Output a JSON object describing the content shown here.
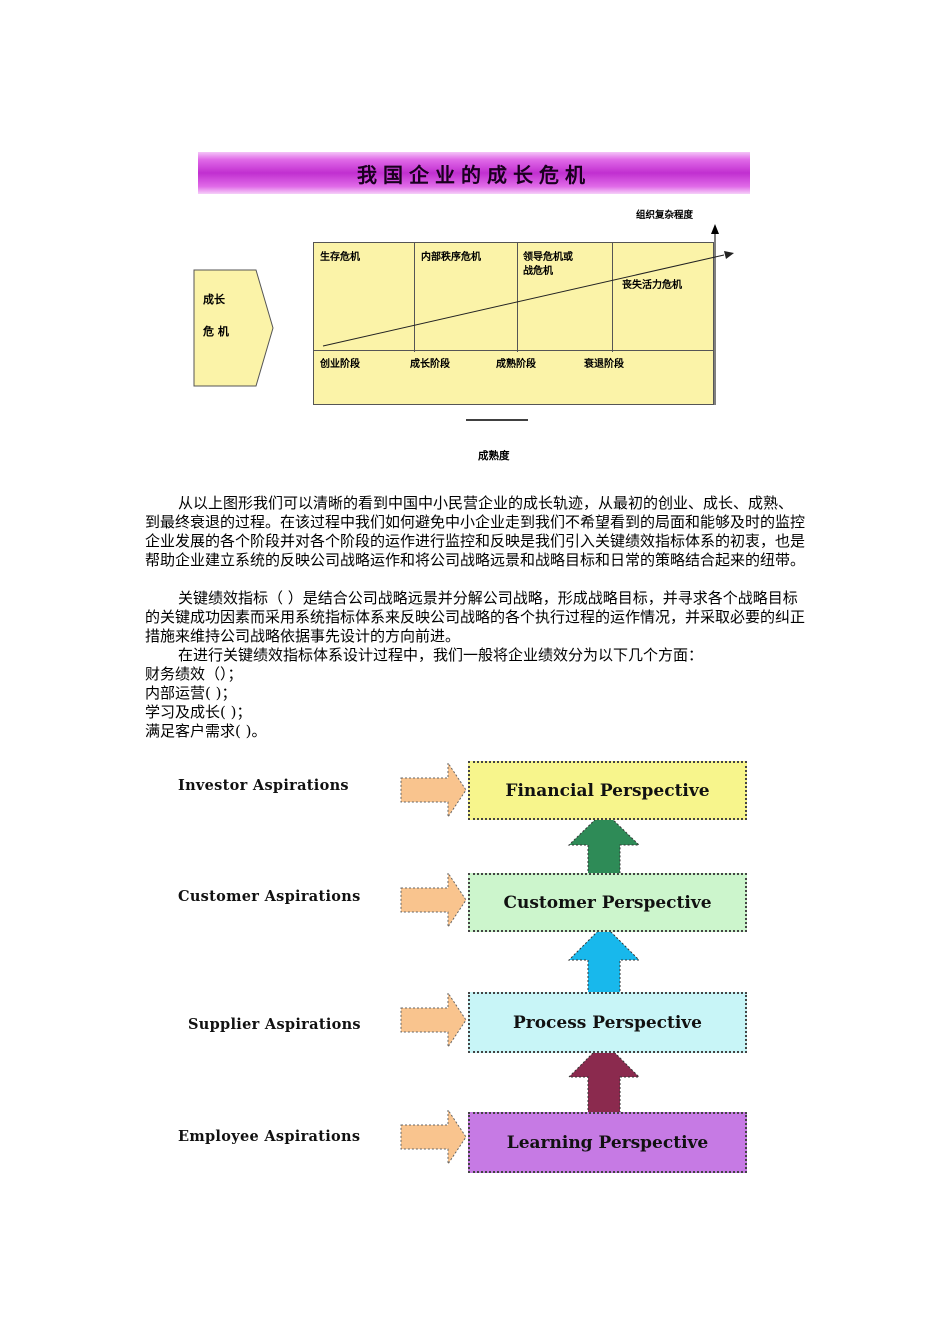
{
  "growth_diagram": {
    "title": "我国企业的成长危机",
    "y_axis_label": "组织复杂程度",
    "x_axis_label": "成熟度",
    "side_label_line1": "成长",
    "side_label_line2": "危  机",
    "crises": [
      "生存危机",
      "内部秩序危机",
      "领导危机或",
      "战危机",
      "丧失活力危机"
    ],
    "stages": [
      "创业阶段",
      "成长阶段",
      "成熟阶段",
      "衰退阶段"
    ]
  },
  "body_text": {
    "para1": "从以上图形我们可以清晰的看到中国中小民营企业的成长轨迹，从最初的创业、成长、成熟、到最终衰退的过程。在该过程中我们如何避免中小企业走到我们不希望看到的局面和能够及时的监控企业发展的各个阶段并对各个阶段的运作进行监控和反映是我们引入关键绩效指标体系的初衷，也是帮助企业建立系统的反映公司战略运作和将公司战略远景和战略目标和日常的策略结合起来的纽带。",
    "para2": "关键绩效指标（    ）是结合公司战略远景并分解公司战略，形成战略目标，并寻求各个战略目标的关键成功因素而采用系统指标体系来反映公司战略的各个执行过程的运作情况，并采取必要的纠正措施来维持公司战略依据事先设计的方向前进。",
    "para3": "在进行关键绩效指标体系设计过程中，我们一般将企业绩效分为以下几个方面：",
    "items": [
      "财务绩效（）；",
      "内部运营(    )；",
      "学习及成长(    )；",
      "满足客户需求(    )。"
    ]
  },
  "perspective_diagram": {
    "aspirations": [
      "Investor Aspirations",
      "Customer Aspirations",
      "Supplier Aspirations",
      "Employee Aspirations"
    ],
    "perspectives": [
      "Financial Perspective",
      "Customer Perspective",
      "Process Perspective",
      "Learning Perspective"
    ],
    "colors": {
      "financial": "#f7f58c",
      "customer": "#ccf5cc",
      "process": "#c8f5f7",
      "learning": "#c67ae4",
      "arrow_orange": "#f9c48e",
      "arrow_green": "#2e8b57",
      "arrow_blue": "#18b8ec",
      "arrow_maroon": "#8b2a4e"
    }
  }
}
